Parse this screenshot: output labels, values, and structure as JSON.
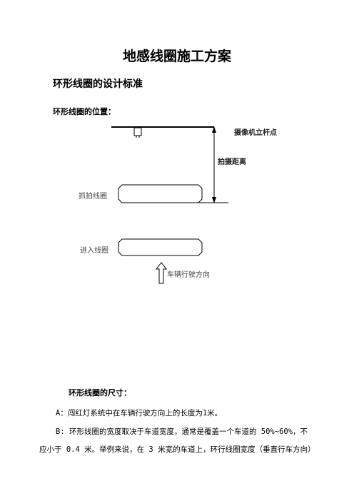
{
  "doc": {
    "title": "地感线圈施工方案",
    "section": "环形线圈的设计标准",
    "position_heading": "环形线圈的位置：",
    "size_heading": "环形线圈的尺寸：",
    "para_a": "A：闯红灯系统中在车辆行驶方向上的长度为1米。",
    "para_b_line1": "B: 环形线圈的宽度取决于车道宽度，通常是覆盖一个车道的 50%~60%，不",
    "para_b_line2": "应小于 0.4 米。举例来说，在 3 米宽的车道上，环行线圈宽度（垂直行车方向）"
  },
  "diagram": {
    "camera_point": "摄像机立杆点",
    "shoot_distance": "拍摄距离",
    "capture_loop": "抓拍线圈",
    "enter_loop": "进入线圈",
    "direction": "车辆行驶方向"
  }
}
